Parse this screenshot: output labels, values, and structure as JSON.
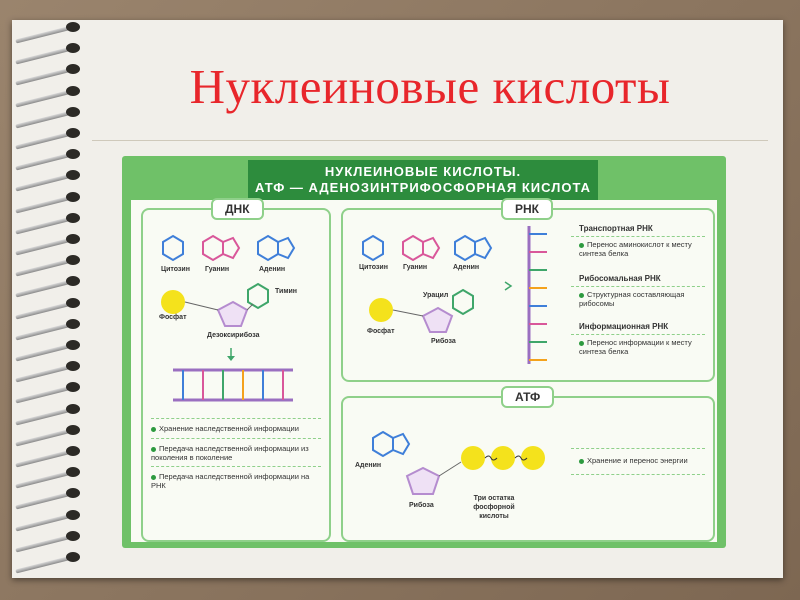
{
  "slide": {
    "title": "Нуклеиновые кислоты"
  },
  "poster": {
    "title_line1": "НУКЛЕИНОВЫЕ КИСЛОТЫ.",
    "title_line2": "АТФ — АДЕНОЗИНТРИФОСФОРНАЯ КИСЛОТА"
  },
  "dna": {
    "tab": "ДНК",
    "bases": [
      "Цитозин",
      "Гуанин",
      "Аденин"
    ],
    "thymine": "Тимин",
    "phosphate": "Фосфат",
    "sugar": "Дезоксирибоза",
    "functions": [
      "Хранение наследственной информации",
      "Передача наследственной информации из поколения в поколение",
      "Передача наследственной информации на РНК"
    ]
  },
  "rna": {
    "tab": "РНК",
    "bases": [
      "Цитозин",
      "Гуанин",
      "Аденин"
    ],
    "uracil": "Урацил",
    "phosphate": "Фосфат",
    "sugar": "Рибоза",
    "types": [
      {
        "name": "Транспортная РНК",
        "desc": "Перенос аминокислот к месту синтеза белка"
      },
      {
        "name": "Рибосомальная РНК",
        "desc": "Структурная составляющая рибосомы"
      },
      {
        "name": "Информационная РНК",
        "desc": "Перенос информации к месту синтеза белка"
      }
    ]
  },
  "atp": {
    "tab": "АТФ",
    "adenine": "Аденин",
    "sugar": "Рибоза",
    "phosphates": "Три остатка фосфорной кислоты",
    "function": "Хранение и перенос энергии"
  },
  "colors": {
    "title": "#e8262b",
    "poster_green": "#6fc168",
    "title_bar": "#2d8c3d",
    "phosphate_yellow": "#f4e21c",
    "base_blue": "#3f7fd9",
    "base_pink": "#d9579a",
    "base_green": "#3fa66a",
    "sugar_purple": "#b58ccf"
  }
}
